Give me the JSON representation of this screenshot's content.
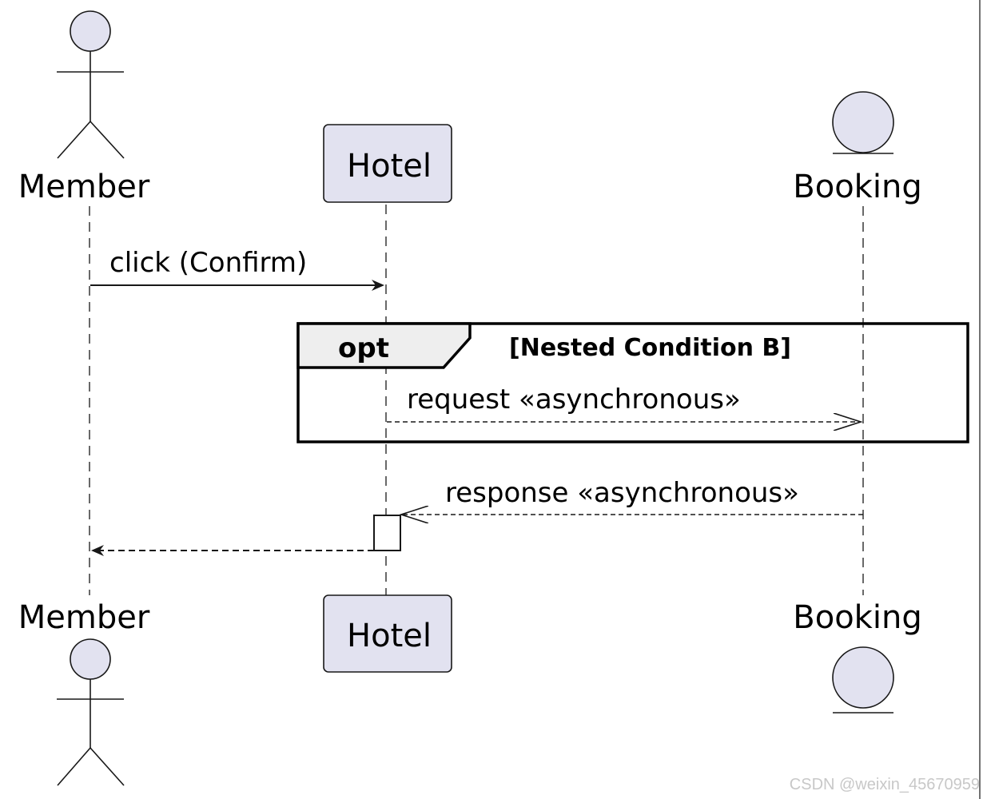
{
  "participants": {
    "member": {
      "label": "Member",
      "kind": "actor"
    },
    "hotel": {
      "label": "Hotel",
      "kind": "participant"
    },
    "booking": {
      "label": "Booking",
      "kind": "entity"
    }
  },
  "messages": {
    "click": {
      "label": "click (Confirm)",
      "from": "Member",
      "to": "Hotel",
      "style": "solid"
    },
    "request": {
      "label": "request «asynchronous»",
      "from": "Hotel",
      "to": "Booking",
      "style": "dashed-open"
    },
    "response": {
      "label": "response «asynchronous»",
      "from": "Booking",
      "to": "Hotel",
      "style": "dashed-open"
    },
    "return": {
      "label": "",
      "from": "Hotel",
      "to": "Member",
      "style": "dashed"
    }
  },
  "frame": {
    "keyword": "opt",
    "condition": "[Nested Condition B]"
  },
  "watermark": "CSDN @weixin_45670959",
  "colors": {
    "participant_fill": "#E2E2F0",
    "stroke": "#181818",
    "frame_header_fill": "#EEEEEE",
    "background": "#FFFFFF"
  }
}
